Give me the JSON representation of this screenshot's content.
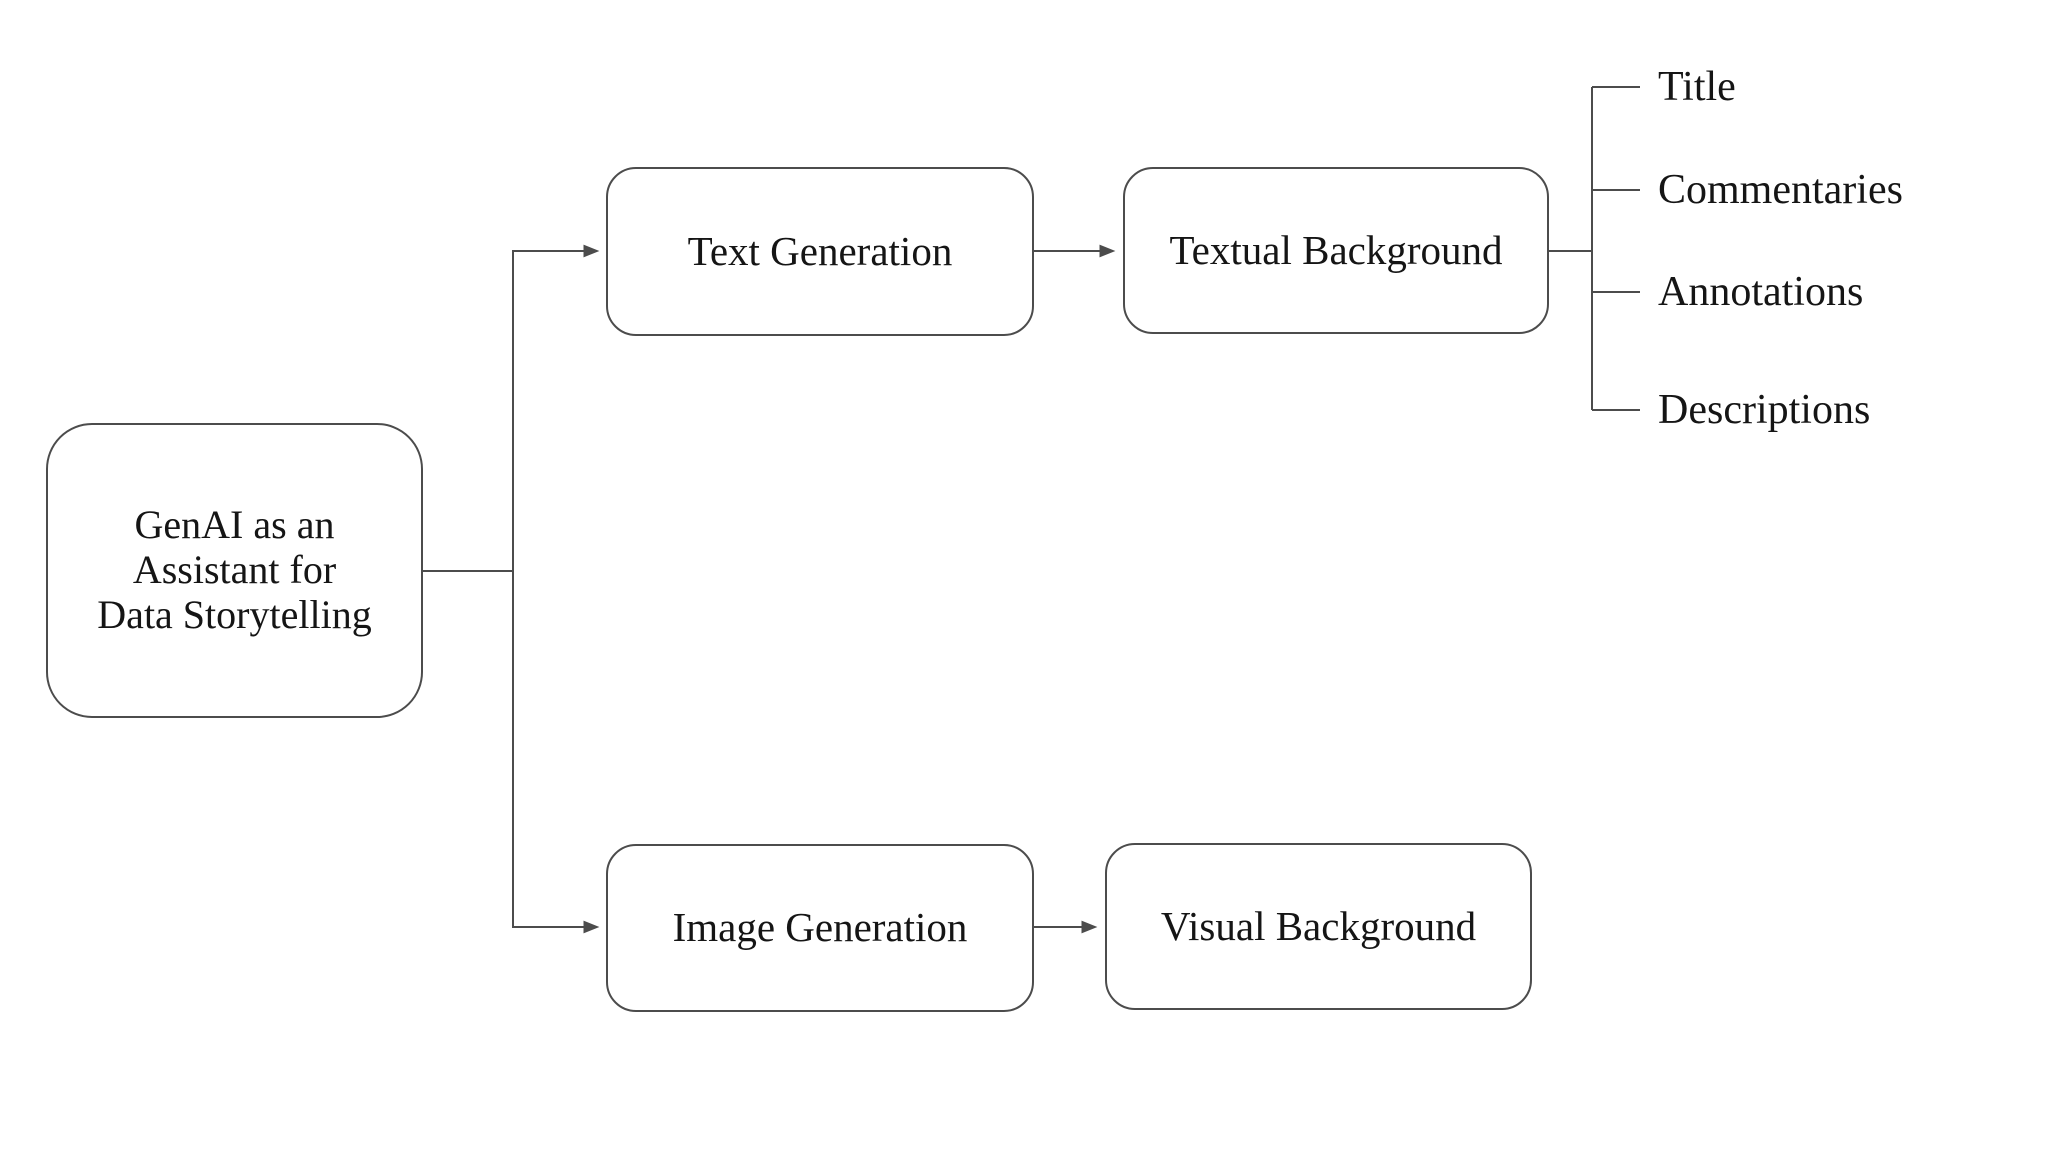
{
  "nodes": {
    "root": {
      "lines": [
        "GenAI as an",
        "Assistant for",
        "Data Storytelling"
      ]
    },
    "text_generation": {
      "label": "Text Generation"
    },
    "textual_background": {
      "label": "Textual Background"
    },
    "image_generation": {
      "label": "Image Generation"
    },
    "visual_background": {
      "label": "Visual Background"
    }
  },
  "leaves": [
    {
      "label": "Title"
    },
    {
      "label": "Commentaries"
    },
    {
      "label": "Annotations"
    },
    {
      "label": "Descriptions"
    }
  ],
  "colors": {
    "line": "#4c4c4c",
    "text": "#151515",
    "background": "#ffffff"
  }
}
